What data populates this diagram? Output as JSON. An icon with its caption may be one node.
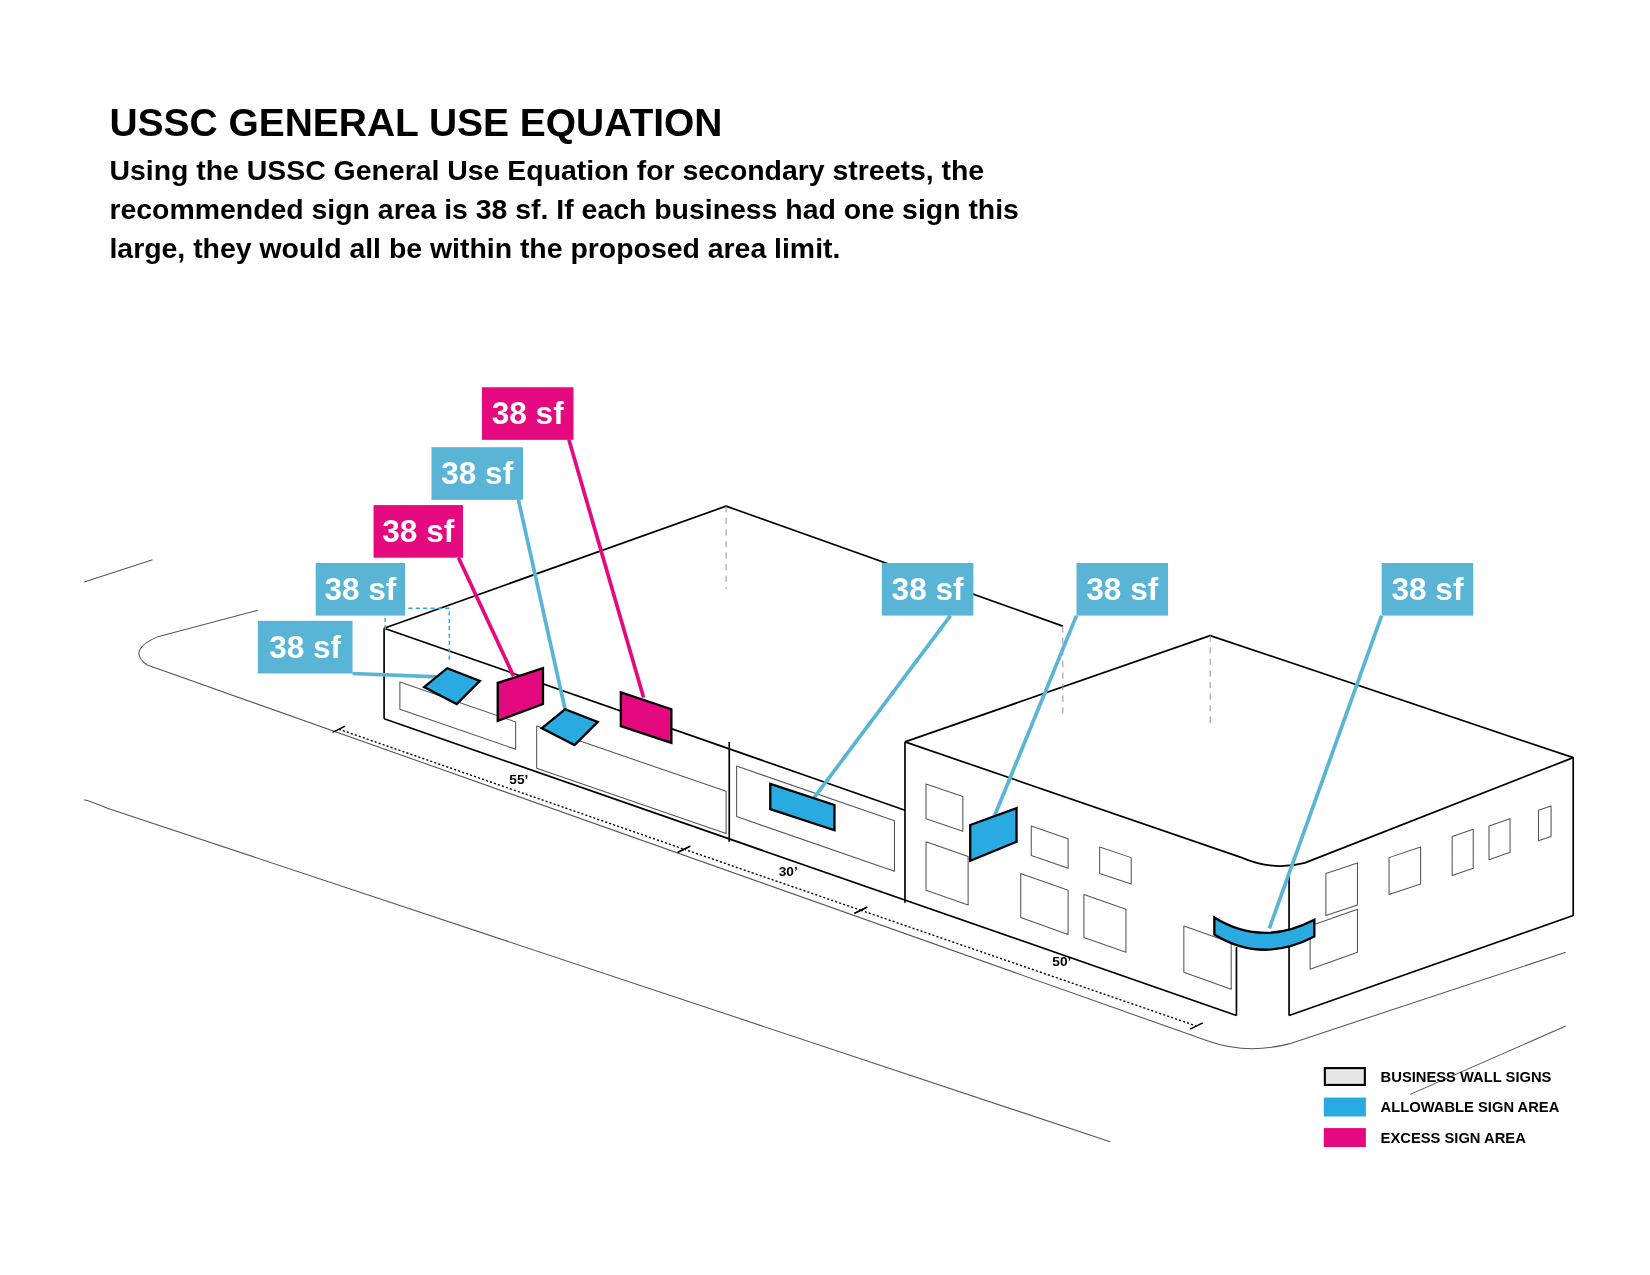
{
  "diagram": {
    "title": "USSC GENERAL USE EQUATION",
    "nodes": [
      {
        "text": [
          "38 sf"
        ]
      },
      {
        "text": [
          "38 sf"
        ]
      },
      {
        "text": [
          "38 sf"
        ]
      },
      {
        "text": [
          "38 sf"
        ]
      },
      {
        "text": [
          "38 sf"
        ]
      },
      {
        "text": [
          "38 sf"
        ]
      },
      {
        "text": [
          "38 sf"
        ]
      },
      {
        "text": [
          "38 sf"
        ]
      },
      {
        "text": [],
        "shape": "box"
      },
      {
        "text": [],
        "shape": "box"
      },
      {
        "text": [],
        "shape": "box"
      },
      {
        "text": [],
        "shape": "box"
      },
      {
        "text": [],
        "shape": "box"
      },
      {
        "text": [],
        "shape": "box"
      },
      {
        "text": [],
        "shape": "box"
      }
    ],
    "edges": [
      {
        "from": 0,
        "to": 11,
        "arrow": "none",
        "color": "#e5097f"
      },
      {
        "from": 1,
        "to": 10,
        "arrow": "none"
      },
      {
        "from": 2,
        "to": 9,
        "arrow": "none",
        "color": "#e5097f"
      },
      {
        "from": 4,
        "to": 12,
        "arrow": "none"
      },
      {
        "from": 5,
        "to": 13,
        "arrow": "none"
      },
      {
        "from": 6,
        "to": 14,
        "arrow": "none"
      },
      {
        "from": 7,
        "to": 8,
        "arrow": "none"
      }
    ],
    "labels": [
      "Using the USSC General Use Equation for secondary streets, the recommended sign area is 38 sf. If each business had one sign this large, they would all be within the proposed area limit.",
      "55’",
      "30’",
      "50’"
    ],
    "legend": [
      {
        "text": "BUSINESS WALL SIGNS",
        "color": "#e6e6e6"
      },
      {
        "text": "ALLOWABLE SIGN AREA",
        "color": "#29abe2"
      },
      {
        "text": "EXCESS SIGN AREA",
        "color": "#e5097f"
      }
    ]
  }
}
